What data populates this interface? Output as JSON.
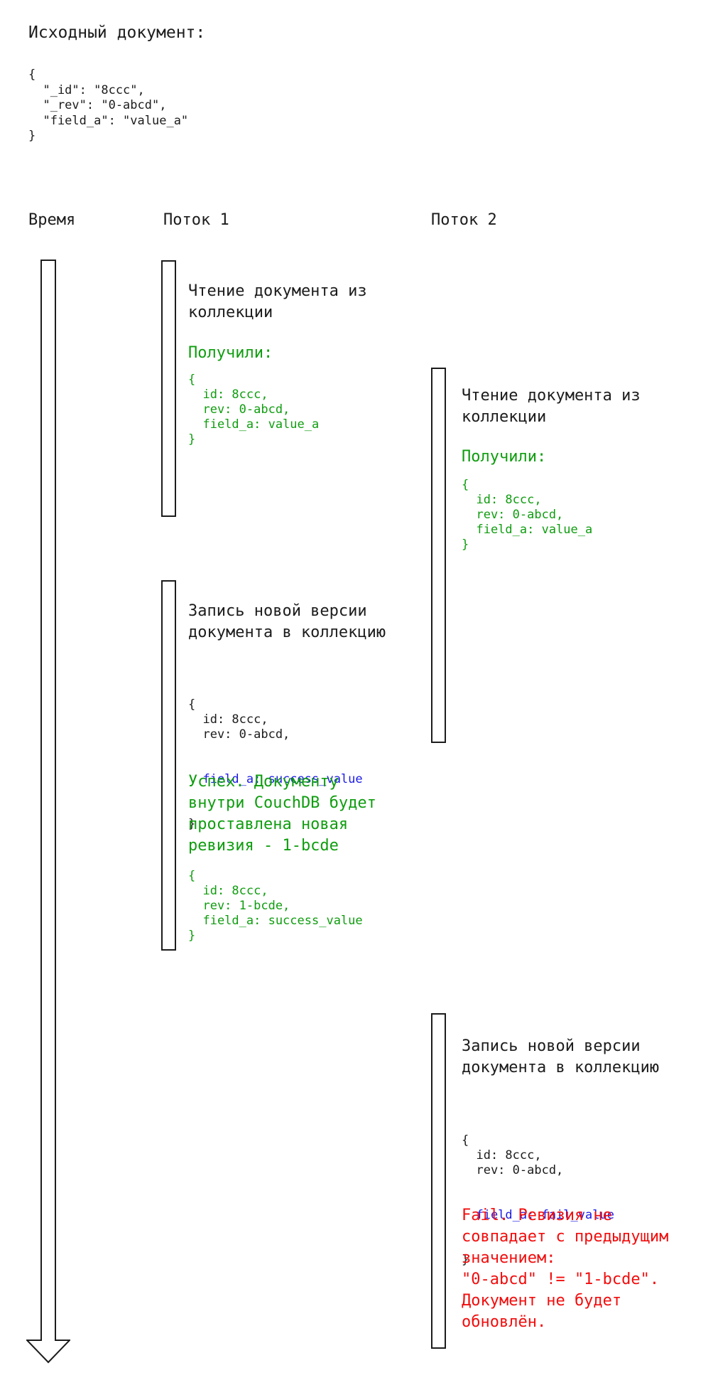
{
  "colors": {
    "ink": "#1c1c1c",
    "green": "#0f9d0f",
    "blue": "#1a1ae6",
    "red": "#f20d0d",
    "background": "#ffffff"
  },
  "intro": {
    "title": "Исходный документ:",
    "code": "{\n  \"_id\": \"8ccc\",\n  \"_rev\": \"0-abcd\",\n  \"field_a\": \"value_a\"\n}"
  },
  "lanes": {
    "time_label": "Время",
    "thread1_label": "Поток 1",
    "thread2_label": "Поток 2"
  },
  "thread1": {
    "read": {
      "title": "Чтение документа из\nколлекции",
      "result_label": "Получили:",
      "result_code": "{\n  id: 8ccc,\n  rev: 0-abcd,\n  field_a: value_a\n}"
    },
    "write": {
      "title": "Запись новой версии\nдокумента в коллекцию",
      "request_code_head": "{\n  id: 8ccc,\n  rev: 0-abcd,",
      "request_code_changed": "  field_a: success_value",
      "request_code_tail": "}",
      "outcome_text": "Успех. Документу\nвнутри CouchDB будет\nпроставлена новая\nревизия - 1-bcde",
      "outcome_code": "{\n  id: 8ccc,\n  rev: 1-bcde,\n  field_a: success_value\n}"
    }
  },
  "thread2": {
    "read": {
      "title": "Чтение документа из\nколлекции",
      "result_label": "Получили:",
      "result_code": "{\n  id: 8ccc,\n  rev: 0-abcd,\n  field_a: value_a\n}"
    },
    "write": {
      "title": "Запись новой версии\nдокумента в коллекцию",
      "request_code_head": "{\n  id: 8ccc,\n  rev: 0-abcd,",
      "request_code_changed": "  field_a: fail_value",
      "request_code_tail": "}",
      "outcome_text": "Fail. Ревизия не\nсовпадает с предыдущим\nзначением:\n\"0-abcd\" != \"1-bcde\".\nДокумент не будет\nобновлён."
    }
  }
}
